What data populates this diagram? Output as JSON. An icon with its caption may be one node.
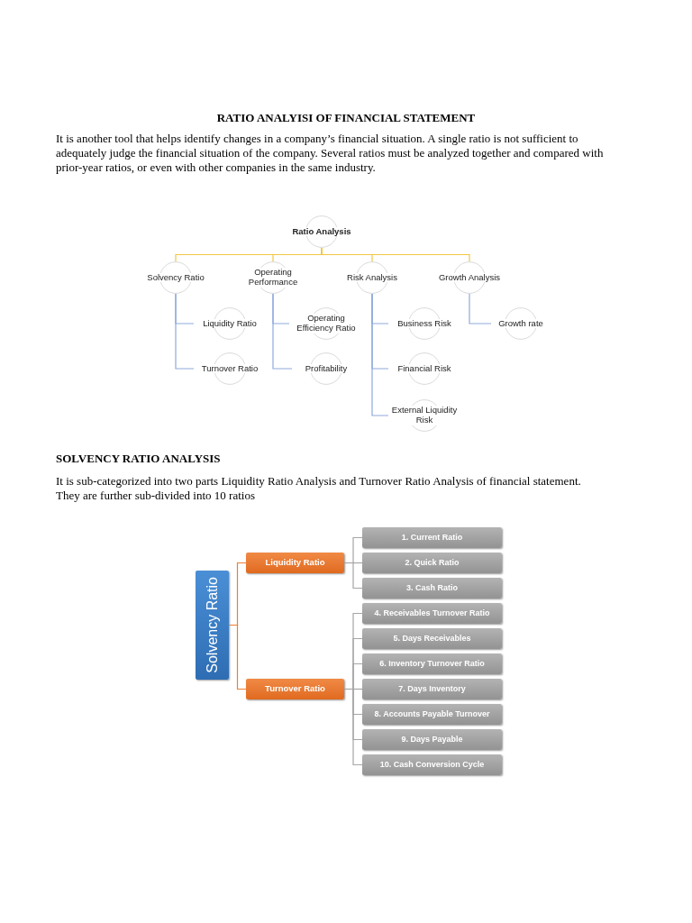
{
  "diagram": {
    "title": "RATIO ANALYISI OF FINANCIAL STATEMENT",
    "nodes": [
      {
        "text": [
          "Ratio Analysis"
        ]
      },
      {
        "text": [
          "Solvency Ratio"
        ]
      },
      {
        "text": [
          "Operating Performance"
        ]
      },
      {
        "text": [
          "Risk Analysis"
        ]
      },
      {
        "text": [
          "Growth Analysis"
        ]
      },
      {
        "text": [
          "Liquidity Ratio"
        ]
      },
      {
        "text": [
          "Turnover Ratio"
        ]
      },
      {
        "text": [
          "Operating Efficiency Ratio"
        ]
      },
      {
        "text": [
          "Profitability"
        ]
      },
      {
        "text": [
          "Business Risk"
        ]
      },
      {
        "text": [
          "Financial Risk"
        ]
      },
      {
        "text": [
          "External Liquidity Risk"
        ]
      },
      {
        "text": [
          "Growth rate"
        ]
      },
      {
        "text": [
          "Solvency Ratio"
        ]
      },
      {
        "text": [
          "Liquidity Ratio"
        ]
      },
      {
        "text": [
          "Turnover Ratio"
        ]
      },
      {
        "text": [
          "1. Current Ratio"
        ]
      },
      {
        "text": [
          "2. Quick Ratio"
        ]
      },
      {
        "text": [
          "3. Cash Ratio"
        ]
      },
      {
        "text": [
          "4. Receivables Turnover Ratio"
        ]
      },
      {
        "text": [
          "5. Days Receivables"
        ]
      },
      {
        "text": [
          "6. Inventory Turnover Ratio"
        ]
      },
      {
        "text": [
          "7. Days Inventory"
        ]
      },
      {
        "text": [
          "8. Accounts Payable Turnover"
        ]
      },
      {
        "text": [
          "9. Days Payable"
        ]
      },
      {
        "text": [
          "10. Cash Conversion Cycle"
        ]
      }
    ],
    "edges": [
      {
        "from": 0,
        "to": 1,
        "arrow": "none",
        "color": "#f2c744"
      },
      {
        "from": 0,
        "to": 2,
        "arrow": "none",
        "color": "#f2c744"
      },
      {
        "from": 0,
        "to": 3,
        "arrow": "none",
        "color": "#f2c744"
      },
      {
        "from": 0,
        "to": 4,
        "arrow": "none",
        "color": "#f2c744"
      },
      {
        "from": 1,
        "to": 5,
        "arrow": "none",
        "color": "#8faadc"
      },
      {
        "from": 1,
        "to": 6,
        "arrow": "none",
        "color": "#8faadc"
      },
      {
        "from": 2,
        "to": 7,
        "arrow": "none",
        "color": "#8faadc"
      },
      {
        "from": 2,
        "to": 8,
        "arrow": "none",
        "color": "#8faadc"
      },
      {
        "from": 3,
        "to": 9,
        "arrow": "none",
        "color": "#8faadc"
      },
      {
        "from": 3,
        "to": 10,
        "arrow": "none",
        "color": "#8faadc"
      },
      {
        "from": 3,
        "to": 11,
        "arrow": "none",
        "color": "#8faadc"
      },
      {
        "from": 4,
        "to": 12,
        "arrow": "none",
        "color": "#8faadc"
      },
      {
        "from": 13,
        "to": 14,
        "arrow": "none",
        "color": "#ed7d31"
      },
      {
        "from": 13,
        "to": 15,
        "arrow": "none",
        "color": "#ed7d31"
      },
      {
        "from": 14,
        "to": 16,
        "arrow": "none",
        "color": "#a6a6a6"
      },
      {
        "from": 14,
        "to": 17,
        "arrow": "none",
        "color": "#a6a6a6"
      },
      {
        "from": 14,
        "to": 18,
        "arrow": "none",
        "color": "#a6a6a6"
      },
      {
        "from": 15,
        "to": 19,
        "arrow": "none",
        "color": "#a6a6a6"
      },
      {
        "from": 15,
        "to": 20,
        "arrow": "none",
        "color": "#a6a6a6"
      },
      {
        "from": 15,
        "to": 21,
        "arrow": "none",
        "color": "#a6a6a6"
      },
      {
        "from": 15,
        "to": 22,
        "arrow": "none",
        "color": "#a6a6a6"
      },
      {
        "from": 15,
        "to": 23,
        "arrow": "none",
        "color": "#a6a6a6"
      },
      {
        "from": 15,
        "to": 24,
        "arrow": "none",
        "color": "#a6a6a6"
      },
      {
        "from": 15,
        "to": 25,
        "arrow": "none",
        "color": "#a6a6a6"
      }
    ],
    "labels": [
      "It is another tool that helps identify changes in a company’s financial situation. A single ratio is not sufficient to adequately judge the financial situation of the company. Several ratios must be analyzed together and compared with prior-year ratios, or even with other companies in the same industry.",
      "SOLVENCY RATIO ANALYSIS",
      "It is sub-categorized into two parts Liquidity Ratio Analysis and Turnover Ratio Analysis of financial statement. They are further sub-divided into 10 ratios"
    ]
  }
}
